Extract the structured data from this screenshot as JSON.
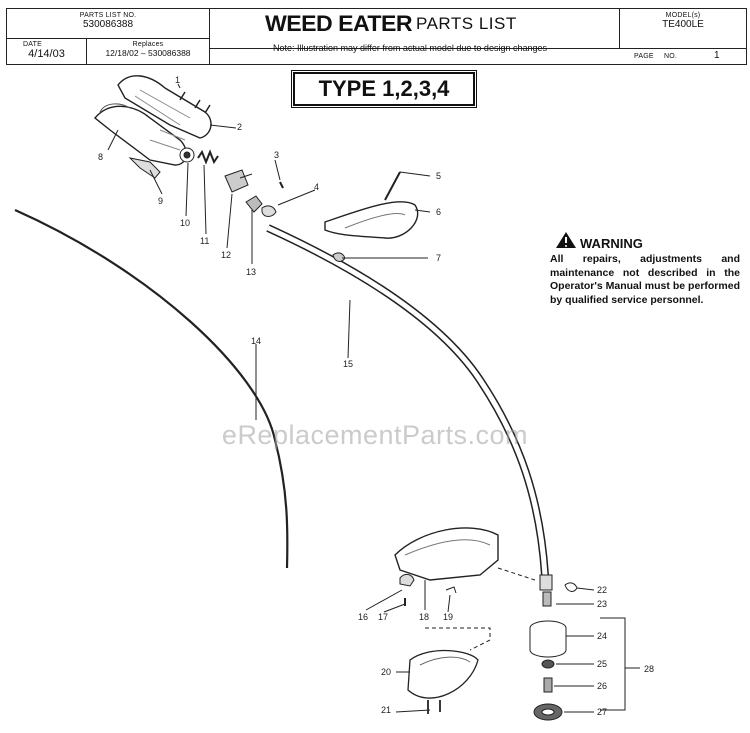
{
  "header": {
    "parts_list_no_label": "PARTS LIST NO.",
    "parts_list_no": "530086388",
    "date_label": "DATE",
    "date": "4/14/03",
    "replaces_label": "Replaces",
    "replaces": "12/18/02 – 530086388",
    "brand": "WEED EATER",
    "title": "PARTS LIST",
    "note": "Note: Illustration may differ from actual model due to design changes",
    "model_label": "MODEL(s)",
    "model": "TE400LE",
    "page_label": "PAGE",
    "no_label": "NO.",
    "page_no": "1"
  },
  "type_box": "TYPE 1,2,3,4",
  "warning": {
    "title": "WARNING",
    "body": "All repairs, adjustments and maintenance not described in the Operator's Manual must be performed by qualified service personnel."
  },
  "watermark": "eReplacementParts.com",
  "callouts": [
    "1",
    "2",
    "3",
    "4",
    "5",
    "6",
    "7",
    "8",
    "9",
    "10",
    "11",
    "12",
    "13",
    "14",
    "15",
    "16",
    "17",
    "18",
    "19",
    "20",
    "21",
    "22",
    "23",
    "24",
    "25",
    "26",
    "27",
    "28"
  ],
  "icons": {
    "warning": "warning-triangle-icon"
  }
}
